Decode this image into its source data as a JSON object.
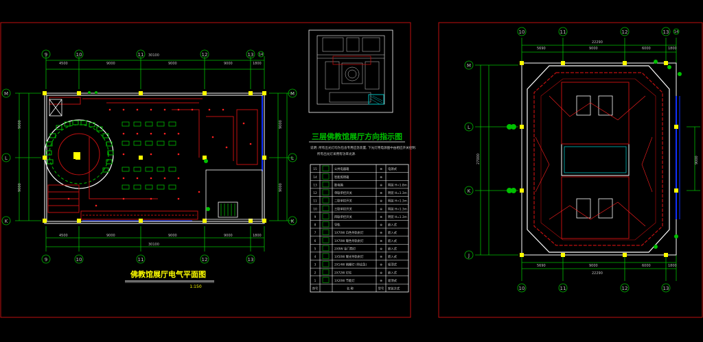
{
  "left_sheet": {
    "title": "佛教馆展厅电气平面图",
    "scale": "1:150",
    "grid_top": [
      "9",
      "10",
      "11",
      "12",
      "13",
      "14"
    ],
    "grid_bottom": [
      "9",
      "10",
      "11",
      "12",
      "13"
    ],
    "grid_side": [
      "M",
      "L",
      "K"
    ],
    "dims_top": [
      "4500",
      "9000",
      "9000",
      "9000",
      "1800"
    ],
    "dims_top_total": "30100",
    "dims_bottom": [
      "4500",
      "9000",
      "9000",
      "9000",
      "1800"
    ],
    "dims_bottom_total": "30100",
    "dims_side": [
      "9000",
      "9000"
    ]
  },
  "middle_sheet": {
    "title": "三层佛教馆展厅方向指示图",
    "note_line1": "说明: 所有出光灯均为包含专用应急装置, 下光灯用电源图中由相应开关控制.",
    "note_line2": "所有出光灯采用有功率光源.",
    "legend": [
      {
        "no": "15",
        "desc": "公共电器箱",
        "spec": "",
        "mount": "电源式"
      },
      {
        "no": "14",
        "desc": "智能照明箱",
        "spec": "",
        "mount": ""
      },
      {
        "no": "13",
        "desc": "散电箱",
        "spec": "",
        "mount": "明装 H=1.8m"
      },
      {
        "no": "12",
        "desc": "单联单控开关",
        "spec": "",
        "mount": "明装 H=1.3m"
      },
      {
        "no": "11",
        "desc": "二联单控开关",
        "spec": "",
        "mount": "明装 H=1.3m"
      },
      {
        "no": "10",
        "desc": "三联单控开关",
        "spec": "",
        "mount": "明装 H=1.3m"
      },
      {
        "no": "9",
        "desc": "四联单控开关",
        "spec": "",
        "mount": "明装 H=1.3m"
      },
      {
        "no": "8",
        "desc": "导轨",
        "spec": "",
        "mount": "嵌入式"
      },
      {
        "no": "7",
        "desc": "1X70W 白色导轨射灯",
        "spec": "",
        "mount": "嵌入式"
      },
      {
        "no": "6",
        "desc": "1X70W 暖色导轨射灯",
        "spec": "",
        "mount": "嵌入式"
      },
      {
        "no": "5",
        "desc": "2X9W 金门筒灯",
        "spec": "",
        "mount": "嵌入式"
      },
      {
        "no": "4",
        "desc": "1X50W 暖光导轨射灯",
        "spec": "",
        "mount": "嵌入式"
      },
      {
        "no": "3",
        "desc": "2X14W 格栅灯 (带应急)",
        "spec": "",
        "mount": "吸顶式"
      },
      {
        "no": "2",
        "desc": "2X72W 灯柱",
        "spec": "",
        "mount": "嵌入式"
      },
      {
        "no": "1",
        "desc": "1X20W 节能灯",
        "spec": "",
        "mount": "吸顶式"
      }
    ],
    "legend_header": {
      "no": "序号",
      "desc": "名 称",
      "spec": "型号",
      "mount": "安装方式"
    }
  },
  "right_sheet": {
    "grid_top": [
      "10",
      "11",
      "12",
      "13",
      "14"
    ],
    "grid_bottom": [
      "10",
      "11",
      "12",
      "13"
    ],
    "grid_side": [
      "M",
      "L",
      "K",
      "J"
    ],
    "dims_top": [
      "5690",
      "9000",
      "6000",
      "1800"
    ],
    "dims_top_total": "22290",
    "dims_bottom": [
      "5690",
      "9000",
      "6000",
      "1800"
    ],
    "dims_bottom_total": "22290",
    "dims_side_left": "27000",
    "dims_side_right": "9000"
  },
  "colors": {
    "frame": "#c01010",
    "dim": "#00c000",
    "wall": "#ffffff",
    "accent": "#ffff00",
    "blue": "#1030ff",
    "cyan": "#00c0c0",
    "text_red": "#ff3030"
  }
}
